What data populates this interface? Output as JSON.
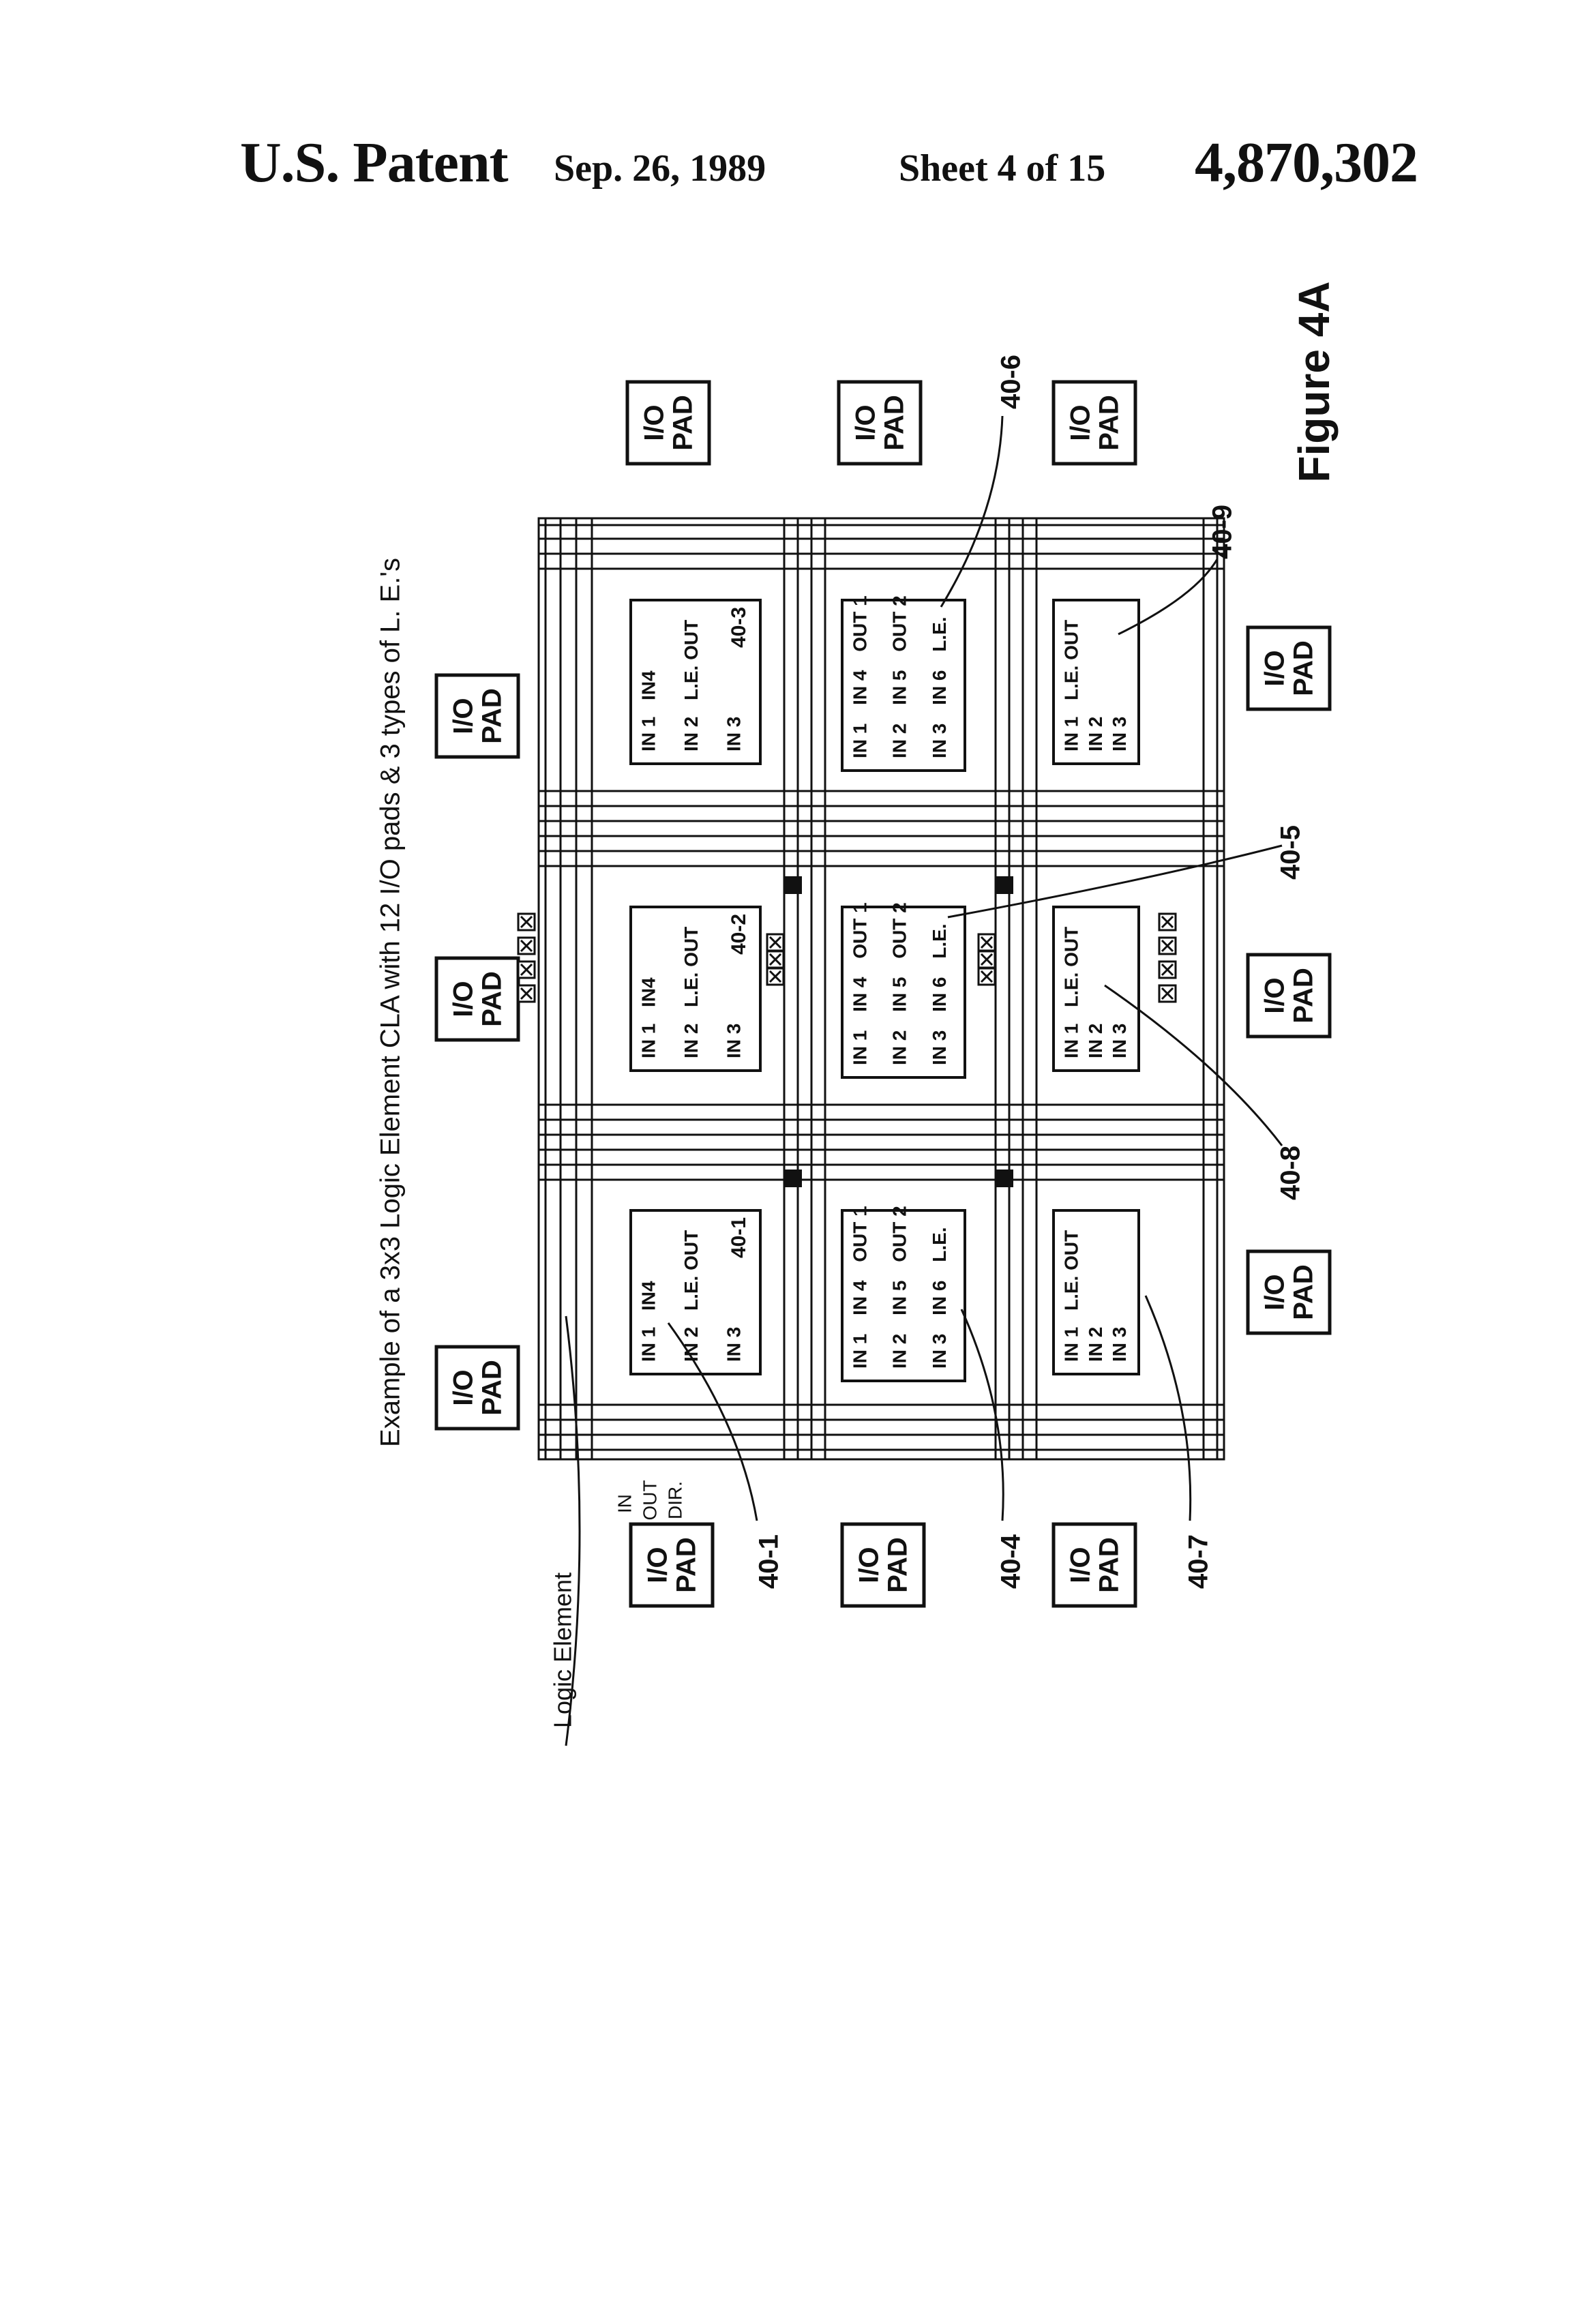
{
  "header": {
    "publisher": "U.S. Patent",
    "date": "Sep. 26, 1989",
    "sheet": "Sheet 4 of 15",
    "patent_number": "4,870,302"
  },
  "figure": {
    "title": "Figure 4A",
    "caption": "Example of a 3x3 Logic Element CLA with 12 I/O pads & 3 types of L. E.'s",
    "io_pad_label": [
      "I/O",
      "PAD"
    ],
    "logic_element_label": "Logic Element",
    "pad_pins": [
      "IN",
      "OUT",
      "DIR."
    ],
    "logic_elements": [
      {
        "ref": "40-1",
        "type": "A",
        "pins": [
          "IN 1",
          "IN 2",
          "IN 3",
          "IN4",
          "L.E. OUT"
        ]
      },
      {
        "ref": "40-2",
        "type": "A",
        "pins": [
          "IN 1",
          "IN 2",
          "IN 3",
          "IN4",
          "L.E. OUT"
        ]
      },
      {
        "ref": "40-3",
        "type": "A",
        "pins": [
          "IN 1",
          "IN 2",
          "IN 3",
          "IN4",
          "L.E. OUT"
        ]
      },
      {
        "ref": "40-4",
        "type": "B",
        "pins": [
          "IN 1",
          "IN 2",
          "IN 3",
          "IN 4",
          "IN 5",
          "IN 6",
          "OUT 1",
          "OUT 2",
          "L.E."
        ]
      },
      {
        "ref": "40-5",
        "type": "B",
        "pins": [
          "IN 1",
          "IN 2",
          "IN 3",
          "IN 4",
          "IN 5",
          "IN 6",
          "OUT 1",
          "OUT 2",
          "L.E."
        ]
      },
      {
        "ref": "40-6",
        "type": "B",
        "pins": [
          "IN 1",
          "IN 2",
          "IN 3",
          "IN 4",
          "IN 5",
          "IN 6",
          "OUT 1",
          "OUT 2",
          "L.E."
        ]
      },
      {
        "ref": "40-7",
        "type": "C",
        "pins": [
          "IN 1",
          "IN 2",
          "IN 3",
          "L.E. OUT"
        ]
      },
      {
        "ref": "40-8",
        "type": "C",
        "pins": [
          "IN 1",
          "IN 2",
          "IN 3",
          "L.E. OUT"
        ]
      },
      {
        "ref": "40-9",
        "type": "C",
        "pins": [
          "IN 1",
          "IN 2",
          "IN 3",
          "L.E. OUT"
        ]
      }
    ]
  }
}
